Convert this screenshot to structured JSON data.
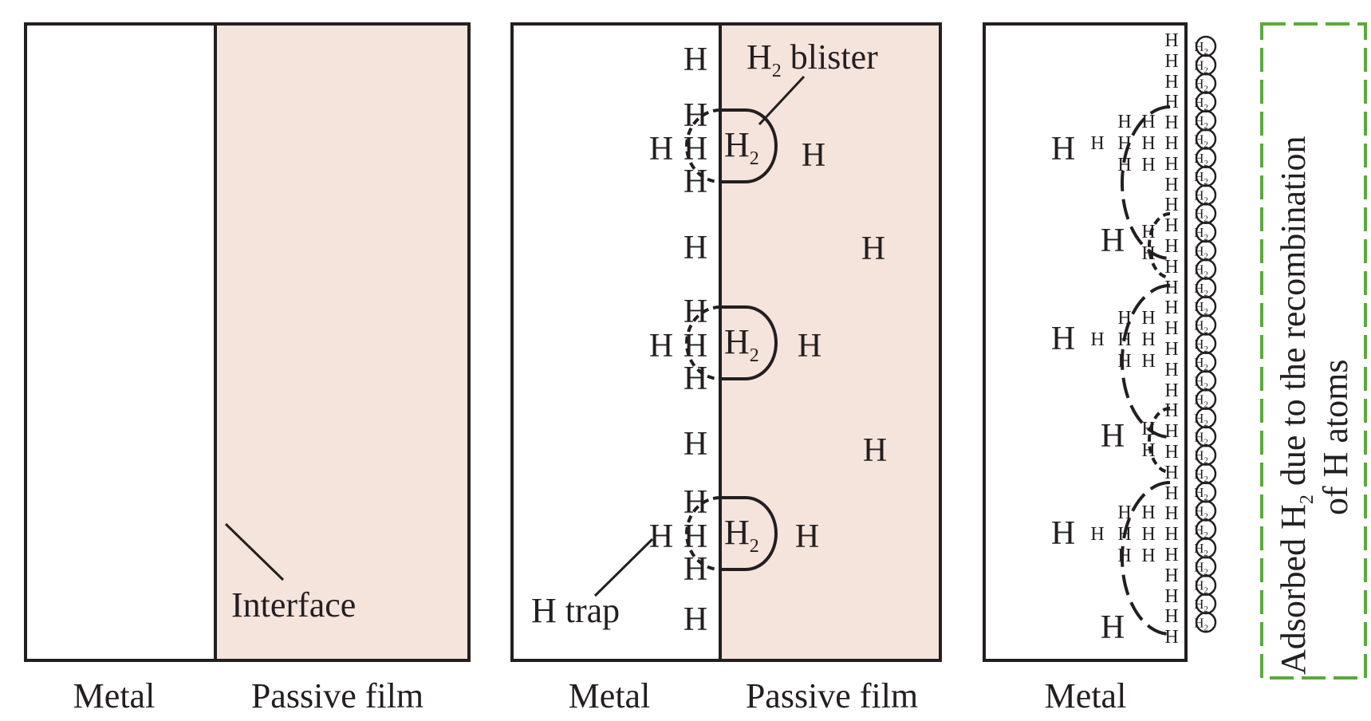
{
  "colors": {
    "film": "#f5e4dc",
    "line": "#231f20",
    "dash_box": "#5aaa3c"
  },
  "atom": {
    "h": "H",
    "h2_base": "H",
    "h2_sub": "2"
  },
  "panel1": {
    "metal_label": "Metal",
    "film_label": "Passive film",
    "interface_label": "Interface"
  },
  "panel2": {
    "metal_label": "Metal",
    "film_label": "Passive film",
    "blister_label_base": "H",
    "blister_label_sub": "2",
    "blister_label_rest": " blister",
    "trap_label": "H trap"
  },
  "panel3": {
    "metal_label": "Metal"
  },
  "side_note": {
    "line1_a": "Adsorbed H",
    "line1_sub": "2",
    "line1_b": " due to the recombination",
    "line2": "of H atoms"
  }
}
